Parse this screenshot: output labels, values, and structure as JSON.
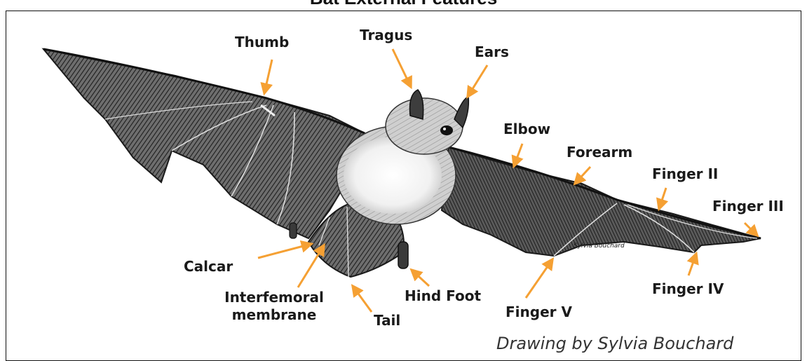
{
  "figure": {
    "title": "Bat External Features",
    "credit": "Drawing by Sylvia Bouchard",
    "signature": "Sylvia Bouchard",
    "arrow_color": "#f5a033",
    "labels": {
      "thumb": "Thumb",
      "tragus": "Tragus",
      "ears": "Ears",
      "elbow": "Elbow",
      "forearm": "Forearm",
      "finger_ii": "Finger II",
      "finger_iii": "Finger III",
      "calcar": "Calcar",
      "interfemoral_line1": "Interfemoral",
      "interfemoral_line2": "membrane",
      "tail": "Tail",
      "hind_foot": "Hind Foot",
      "finger_v": "Finger V",
      "finger_iv": "Finger IV"
    }
  }
}
